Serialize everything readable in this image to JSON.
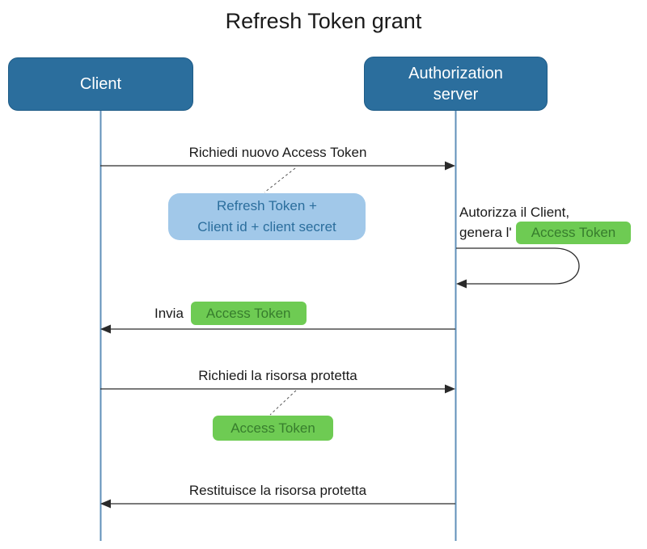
{
  "title": "Refresh Token grant",
  "actors": {
    "client": {
      "label": "Client"
    },
    "auth_server": {
      "line1": "Authorization",
      "line2": "server"
    }
  },
  "messages": {
    "request_token": {
      "label": "Richiedi nuovo Access Token"
    },
    "send_token": {
      "prefix": "Invia",
      "badge": "Access Token"
    },
    "request_resource": {
      "label": "Richiedi la risorsa protetta"
    },
    "return_resource": {
      "label": "Restituisce la risorsa protetta"
    }
  },
  "self_message": {
    "line1": "Autorizza il Client,",
    "line2_prefix": "genera l'",
    "badge": "Access Token"
  },
  "notes": {
    "credentials": {
      "line1": "Refresh Token +",
      "line2": "Client id + client secret"
    },
    "access_token": {
      "label": "Access Token"
    }
  },
  "colors": {
    "text": "#1a1a1a",
    "actor_fill": "#2b6e9d",
    "actor_border": "#1f5c87",
    "actor_text": "#ffffff",
    "lifeline": "#6090ba",
    "note_blue_fill": "#a1c8e9",
    "note_blue_text": "#2b6e9d",
    "badge_fill": "#6ecb53",
    "badge_text": "#377d2d",
    "arrow": "#2a2a2a",
    "dashed": "#555555"
  }
}
